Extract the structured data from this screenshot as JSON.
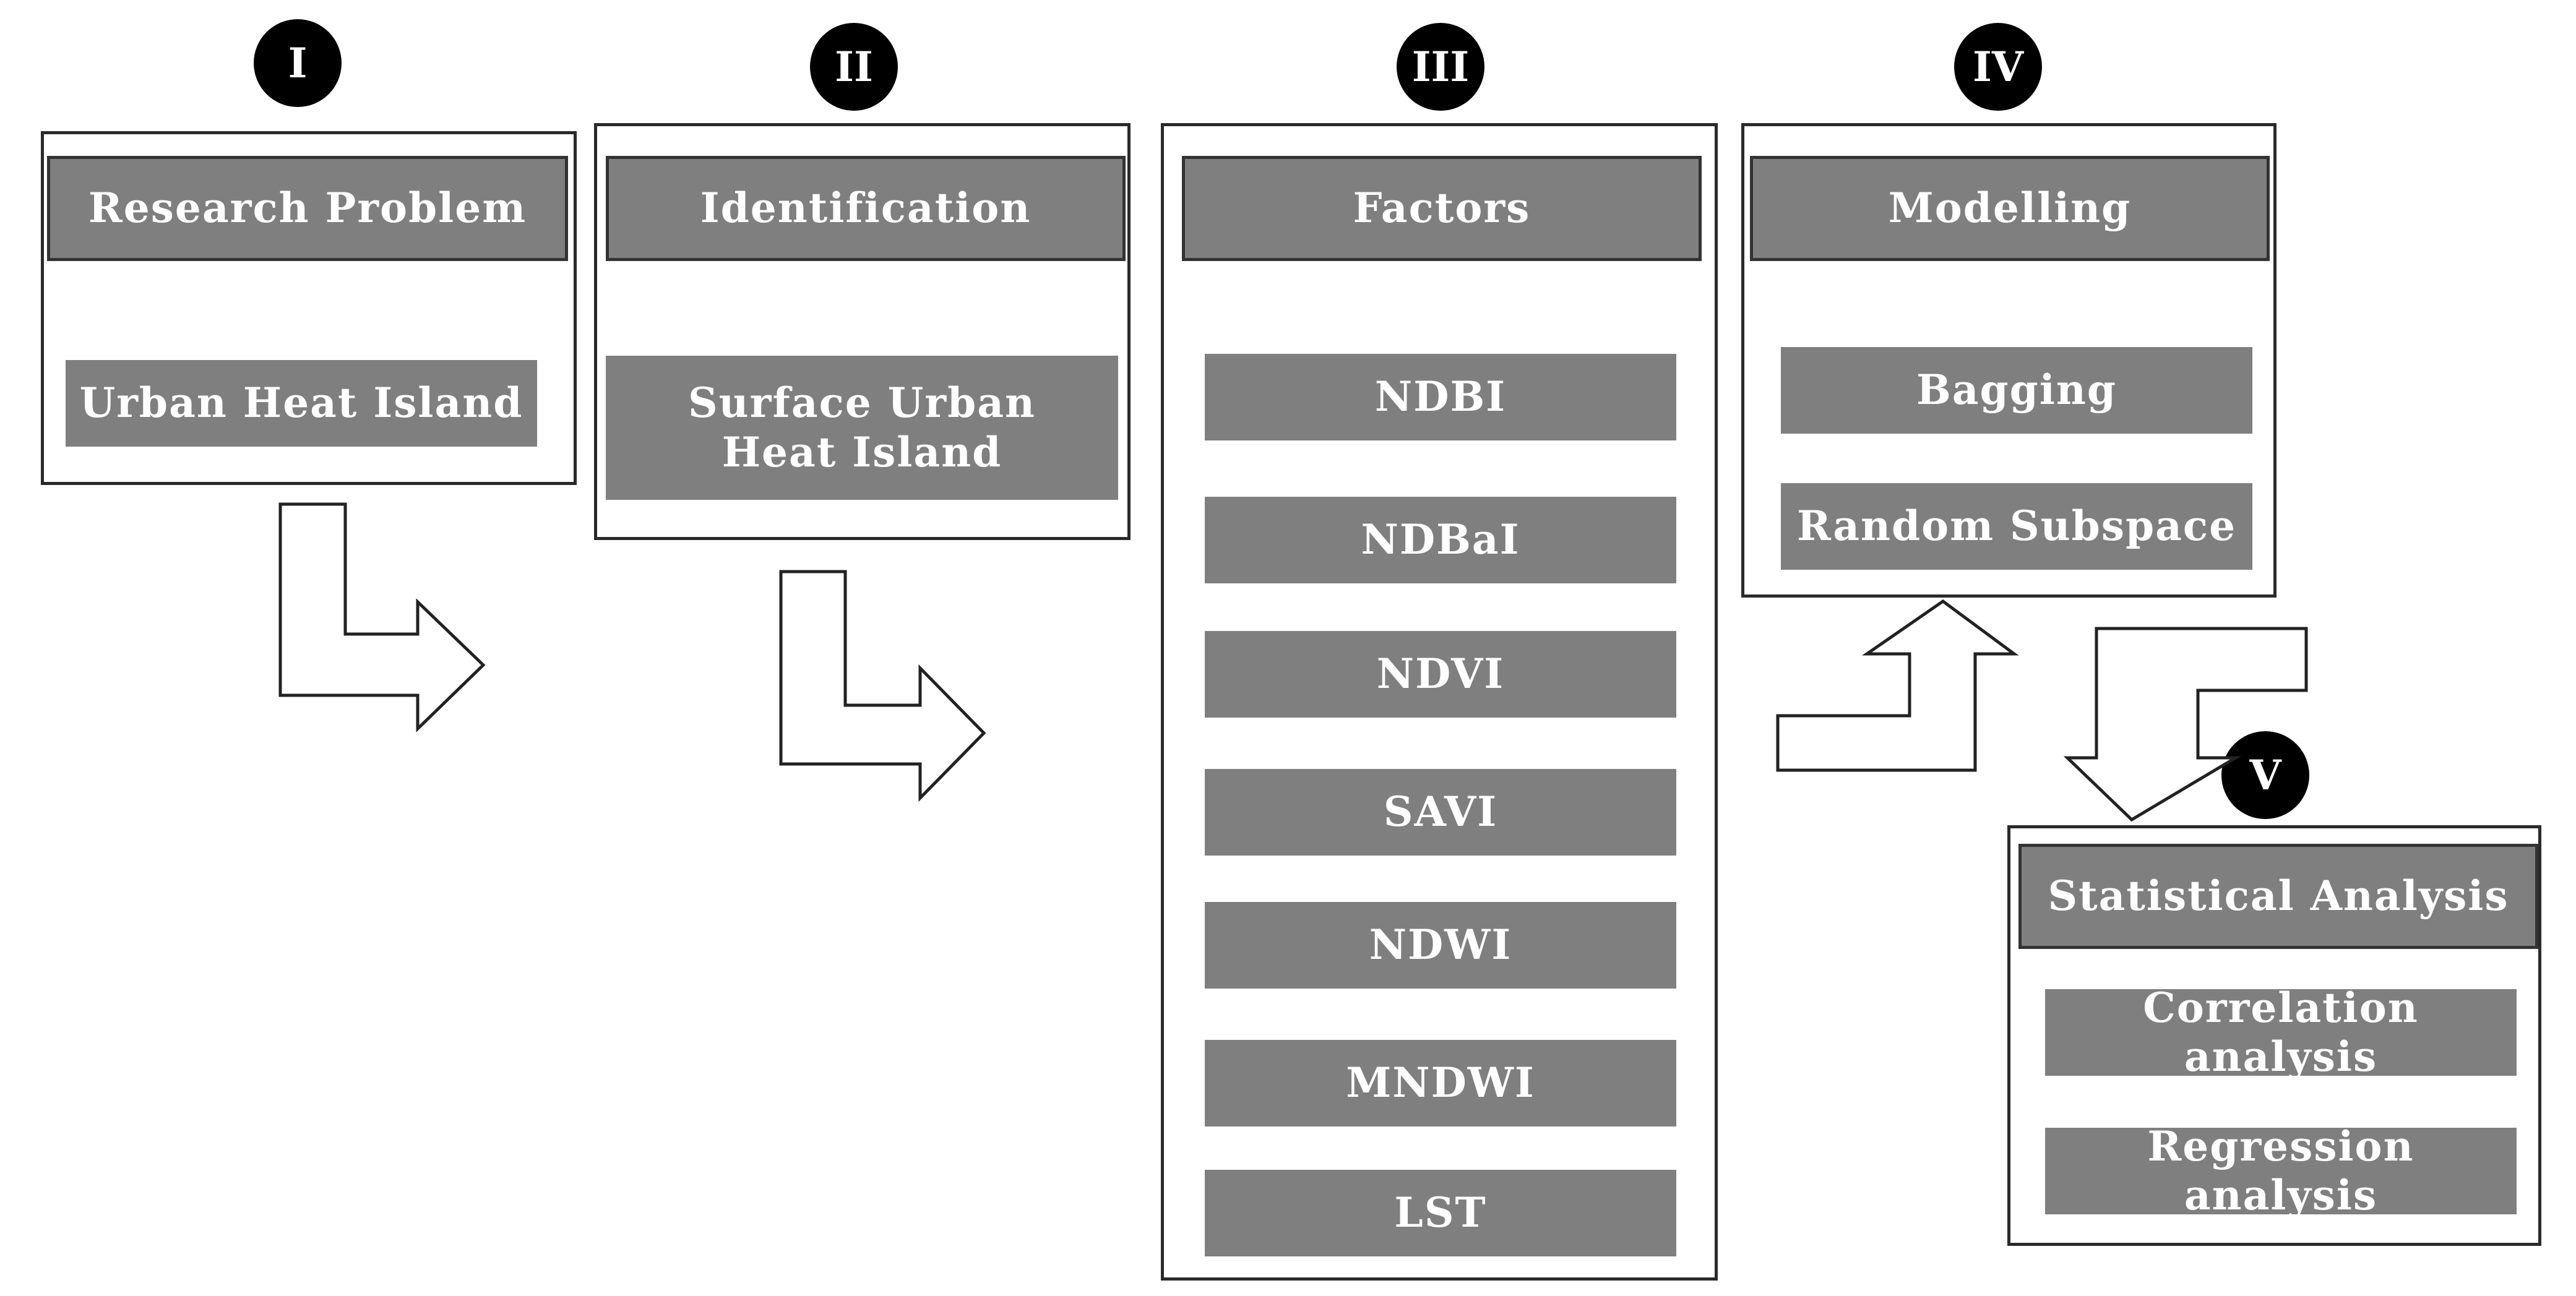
{
  "stages": [
    {
      "numeral": "I",
      "header": "Research Problem",
      "items": [
        "Urban Heat Island"
      ]
    },
    {
      "numeral": "II",
      "header": "Identification",
      "items": [
        "Surface Urban Heat Island"
      ]
    },
    {
      "numeral": "III",
      "header": "Factors",
      "items": [
        "NDBI",
        "NDBaI",
        "NDVI",
        "SAVI",
        "NDWI",
        "MNDWI",
        "LST"
      ]
    },
    {
      "numeral": "IV",
      "header": "Modelling",
      "items": [
        "Bagging",
        "Random Subspace"
      ]
    },
    {
      "numeral": "V",
      "header": "Statistical Analysis",
      "items": [
        "Correlation analysis",
        "Regression analysis"
      ]
    }
  ],
  "colors": {
    "box_fill": "#7f7f7f",
    "badge": "#000000",
    "text": "#ffffff",
    "border": "#2a2a2a"
  }
}
